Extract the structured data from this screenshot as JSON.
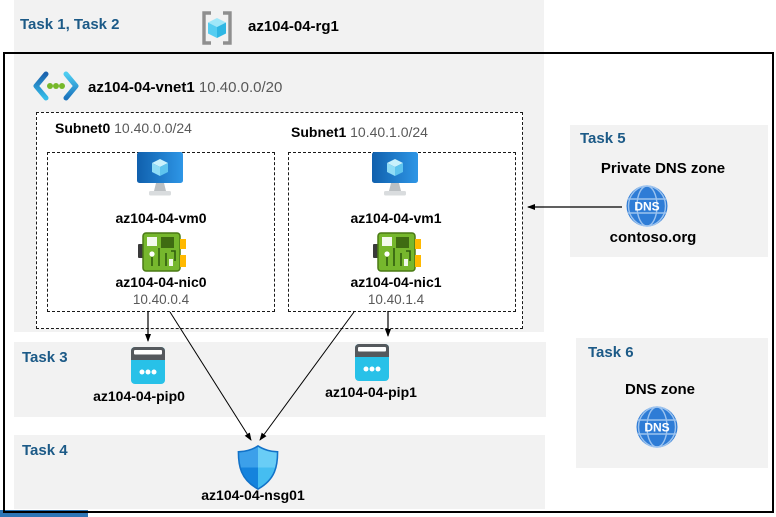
{
  "header": {
    "task_label": "Task 1, Task 2",
    "resource_group": "az104-04-rg1"
  },
  "vnet": {
    "name": "az104-04-vnet1",
    "cidr": "10.40.0.0/20",
    "subnets": [
      {
        "name": "Subnet0",
        "cidr": "10.40.0.0/24",
        "vm": "az104-04-vm0",
        "nic": "az104-04-nic0",
        "ip": "10.40.0.4"
      },
      {
        "name": "Subnet1",
        "cidr": "10.40.1.0/24",
        "vm": "az104-04-vm1",
        "nic": "az104-04-nic1",
        "ip": "10.40.1.4"
      }
    ]
  },
  "task3": {
    "label": "Task 3",
    "pips": [
      "az104-04-pip0",
      "az104-04-pip1"
    ]
  },
  "task4": {
    "label": "Task 4",
    "nsg": "az104-04-nsg01"
  },
  "task5": {
    "label": "Task 5",
    "title": "Private DNS zone",
    "zone": "contoso.org"
  },
  "task6": {
    "label": "Task 6",
    "title": "DNS zone"
  },
  "icons": {
    "resource_group": "resource-group-icon",
    "vnet": "virtual-network-icon",
    "vm": "virtual-machine-icon",
    "nic": "network-interface-icon",
    "pip": "public-ip-icon",
    "nsg": "nsg-shield-icon",
    "dns": "dns-zone-icon",
    "dns_text": "DNS"
  },
  "colors": {
    "task_text": "#1c5a87",
    "panel_gray": "#f2f2f2",
    "secondary_text": "#595959",
    "arrow": "#000000",
    "corner_bar": "#2e75b6",
    "dns_circle": "#2e7cd6",
    "pip_cyan": "#28c1e8",
    "nic_green": "#76b72d",
    "vm_blue": "#1e7fd0"
  }
}
